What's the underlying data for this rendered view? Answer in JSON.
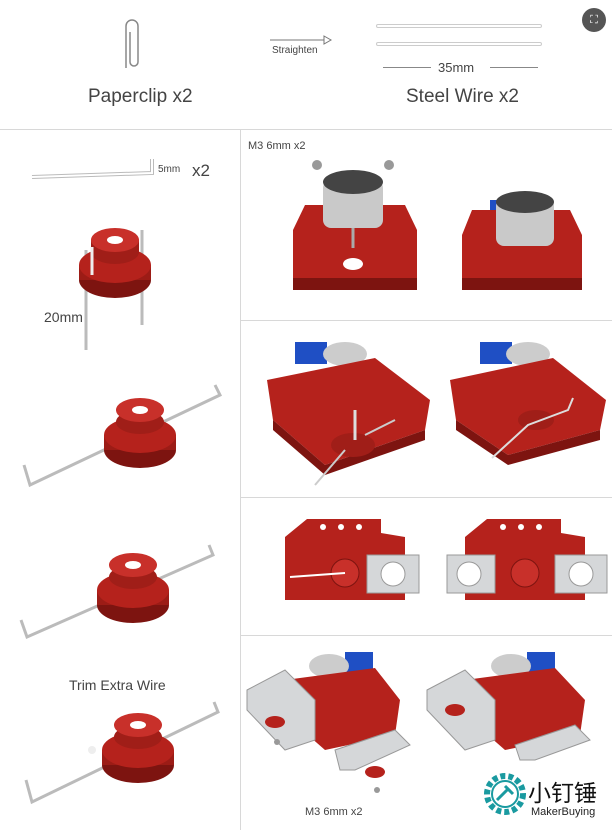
{
  "header": {
    "paperclip_label": "Paperclip x2",
    "straighten_label": "Straighten",
    "wire_length": "35mm",
    "steel_wire_label": "Steel Wire x2"
  },
  "left_steps": {
    "bend_length": "5mm",
    "bend_count": "x2",
    "insert_depth": "20mm",
    "trim_label": "Trim Extra Wire"
  },
  "right_steps": {
    "screw_label_top": "M3 6mm x2",
    "screw_label_bottom": "M3 6mm x2"
  },
  "logo": {
    "cn_name": "小钉锤",
    "brand": "MakerBuying",
    "color": "#1a9aa0"
  },
  "colors": {
    "part_red": "#b5221c",
    "part_dark": "#7d1410",
    "bracket_gray": "#cfd2d4",
    "motor_blue": "#1f4fc4"
  }
}
